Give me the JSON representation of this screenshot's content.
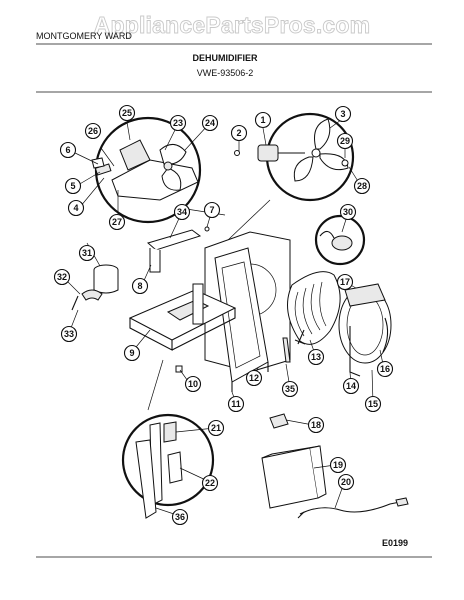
{
  "watermark": "AppliancePartsPros.com",
  "header": {
    "brand": "MONTGOMERY WARD",
    "title": "DEHUMIDIFIER",
    "model": "VWE-93506-2"
  },
  "footer_code": "E0199",
  "callouts": [
    {
      "id": "c1",
      "label": "1"
    },
    {
      "id": "c2",
      "label": "2"
    },
    {
      "id": "c3",
      "label": "3"
    },
    {
      "id": "c4",
      "label": "4"
    },
    {
      "id": "c5",
      "label": "5"
    },
    {
      "id": "c6",
      "label": "6"
    },
    {
      "id": "c7",
      "label": "7"
    },
    {
      "id": "c8",
      "label": "8"
    },
    {
      "id": "c9",
      "label": "9"
    },
    {
      "id": "c10",
      "label": "10"
    },
    {
      "id": "c11",
      "label": "11"
    },
    {
      "id": "c12",
      "label": "12"
    },
    {
      "id": "c13",
      "label": "13"
    },
    {
      "id": "c14",
      "label": "14"
    },
    {
      "id": "c15",
      "label": "15"
    },
    {
      "id": "c16",
      "label": "16"
    },
    {
      "id": "c17",
      "label": "17"
    },
    {
      "id": "c18",
      "label": "18"
    },
    {
      "id": "c19",
      "label": "19"
    },
    {
      "id": "c20",
      "label": "20"
    },
    {
      "id": "c21",
      "label": "21"
    },
    {
      "id": "c22",
      "label": "22"
    },
    {
      "id": "c23",
      "label": "23"
    },
    {
      "id": "c24",
      "label": "24"
    },
    {
      "id": "c25",
      "label": "25"
    },
    {
      "id": "c26",
      "label": "26"
    },
    {
      "id": "c27",
      "label": "27"
    },
    {
      "id": "c28",
      "label": "28"
    },
    {
      "id": "c29",
      "label": "29"
    },
    {
      "id": "c30",
      "label": "30"
    },
    {
      "id": "c31",
      "label": "31"
    },
    {
      "id": "c32",
      "label": "32"
    },
    {
      "id": "c33",
      "label": "33"
    },
    {
      "id": "c34",
      "label": "34"
    },
    {
      "id": "c35",
      "label": "35"
    },
    {
      "id": "c36",
      "label": "36"
    }
  ]
}
